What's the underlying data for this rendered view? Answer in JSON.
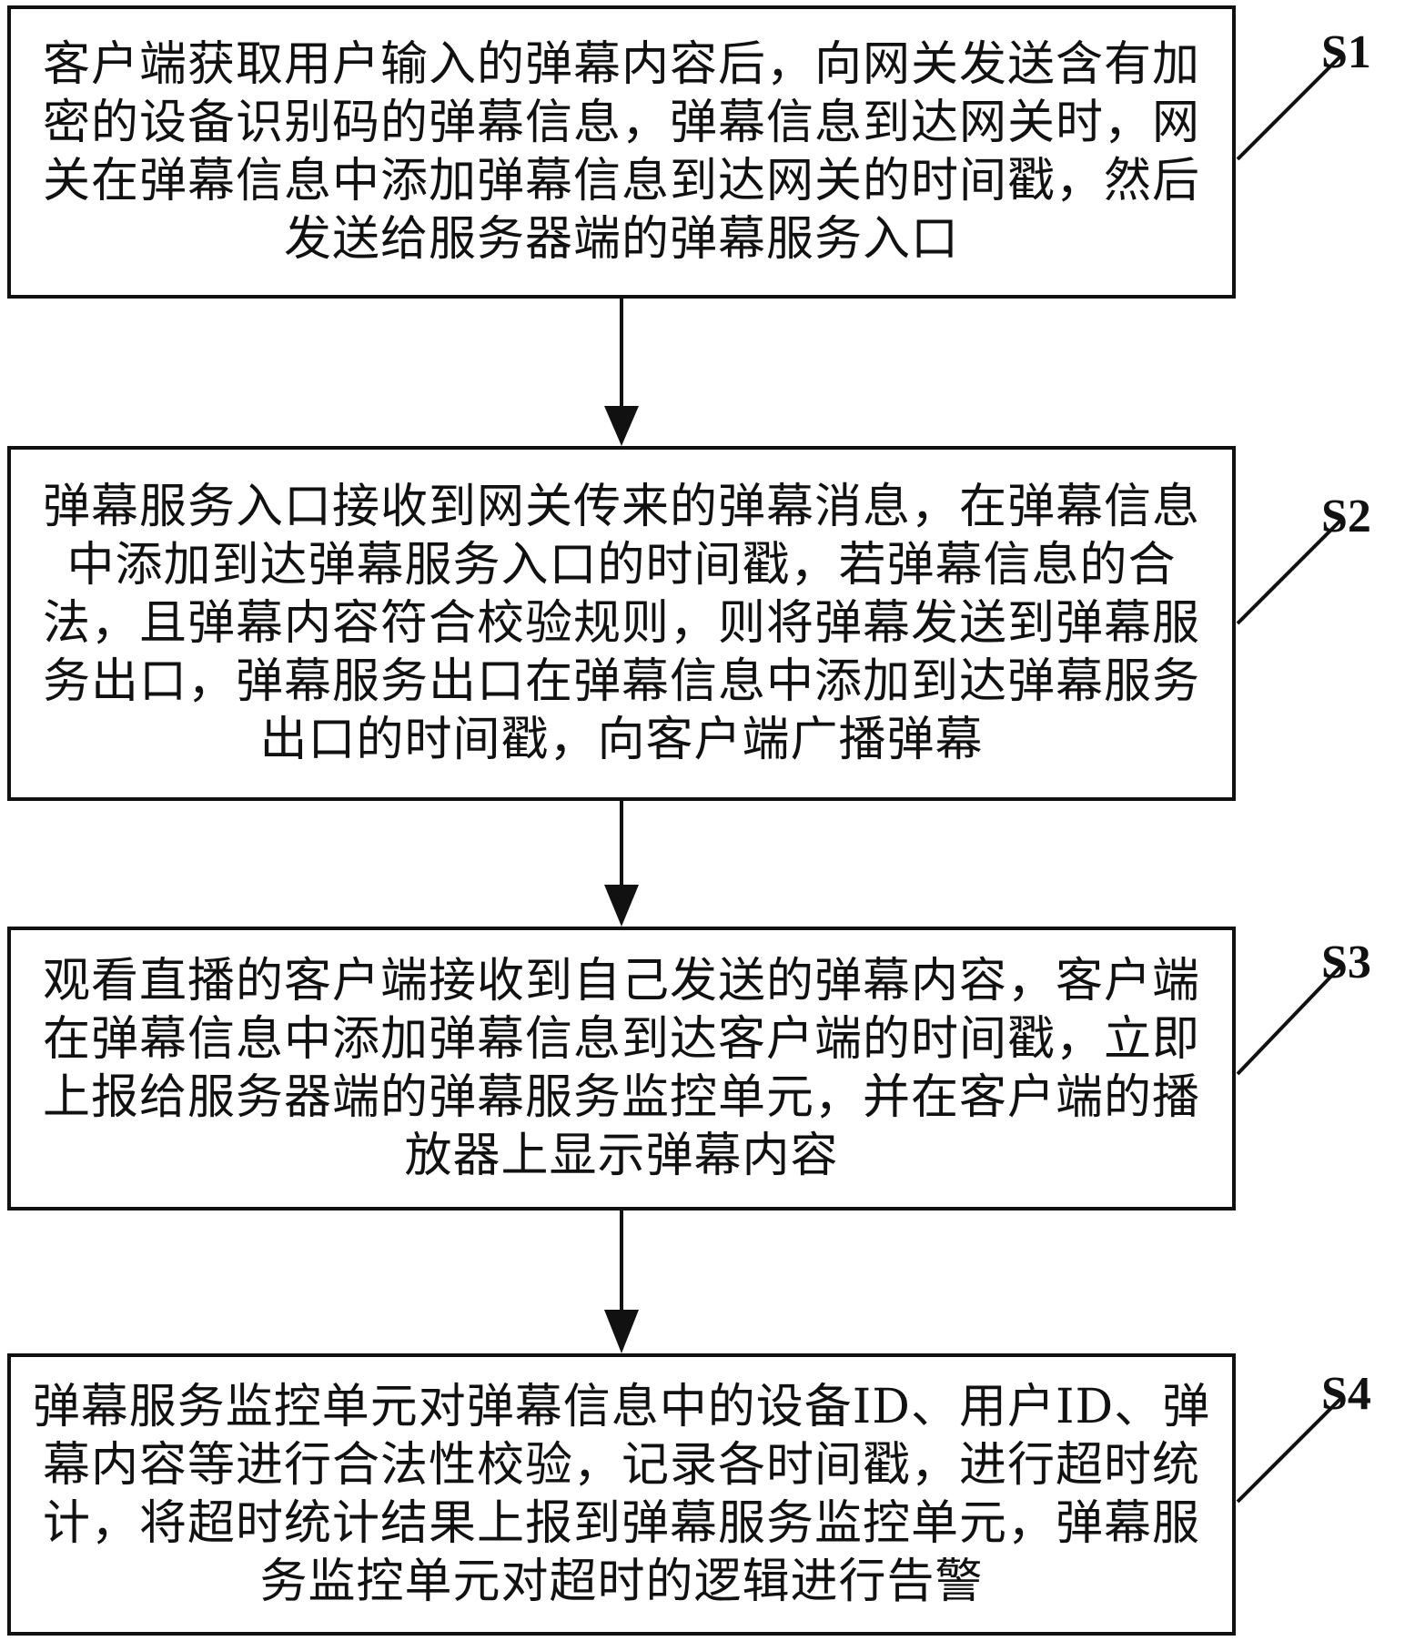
{
  "steps": [
    {
      "label": "S1",
      "text": "客户端获取用户输入的弹幕内容后，向网关发送含有加密的设备识别码的弹幕信息，弹幕信息到达网关时，网关在弹幕信息中添加弹幕信息到达网关的时间戳，然后发送给服务器端的弹幕服务入口"
    },
    {
      "label": "S2",
      "text": "弹幕服务入口接收到网关传来的弹幕消息，在弹幕信息中添加到达弹幕服务入口的时间戳，若弹幕信息的合法，且弹幕内容符合校验规则，则将弹幕发送到弹幕服务出口，弹幕服务出口在弹幕信息中添加到达弹幕服务出口的时间戳，向客户端广播弹幕"
    },
    {
      "label": "S3",
      "text": "观看直播的客户端接收到自己发送的弹幕内容，客户端在弹幕信息中添加弹幕信息到达客户端的时间戳，立即上报给服务器端的弹幕服务监控单元，并在客户端的播放器上显示弹幕内容"
    },
    {
      "label": "S4",
      "text": "弹幕服务监控单元对弹幕信息中的设备ID、用户ID、弹幕内容等进行合法性校验，记录各时间戳，进行超时统计，将超时统计结果上报到弹幕服务监控单元，弹幕服务监控单元对超时的逻辑进行告警"
    }
  ]
}
